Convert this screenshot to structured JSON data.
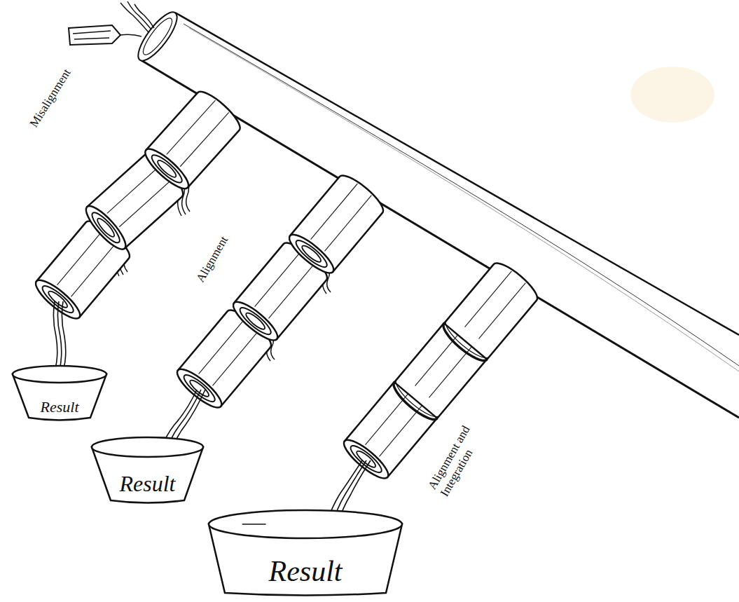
{
  "diagram": {
    "nodes": [
      {
        "text": [
          "Result"
        ]
      },
      {
        "text": [
          "Result"
        ]
      },
      {
        "text": [
          "Result"
        ]
      }
    ],
    "labels": [
      "Misalignment",
      "Alignment",
      "Alignment and Integration"
    ]
  }
}
